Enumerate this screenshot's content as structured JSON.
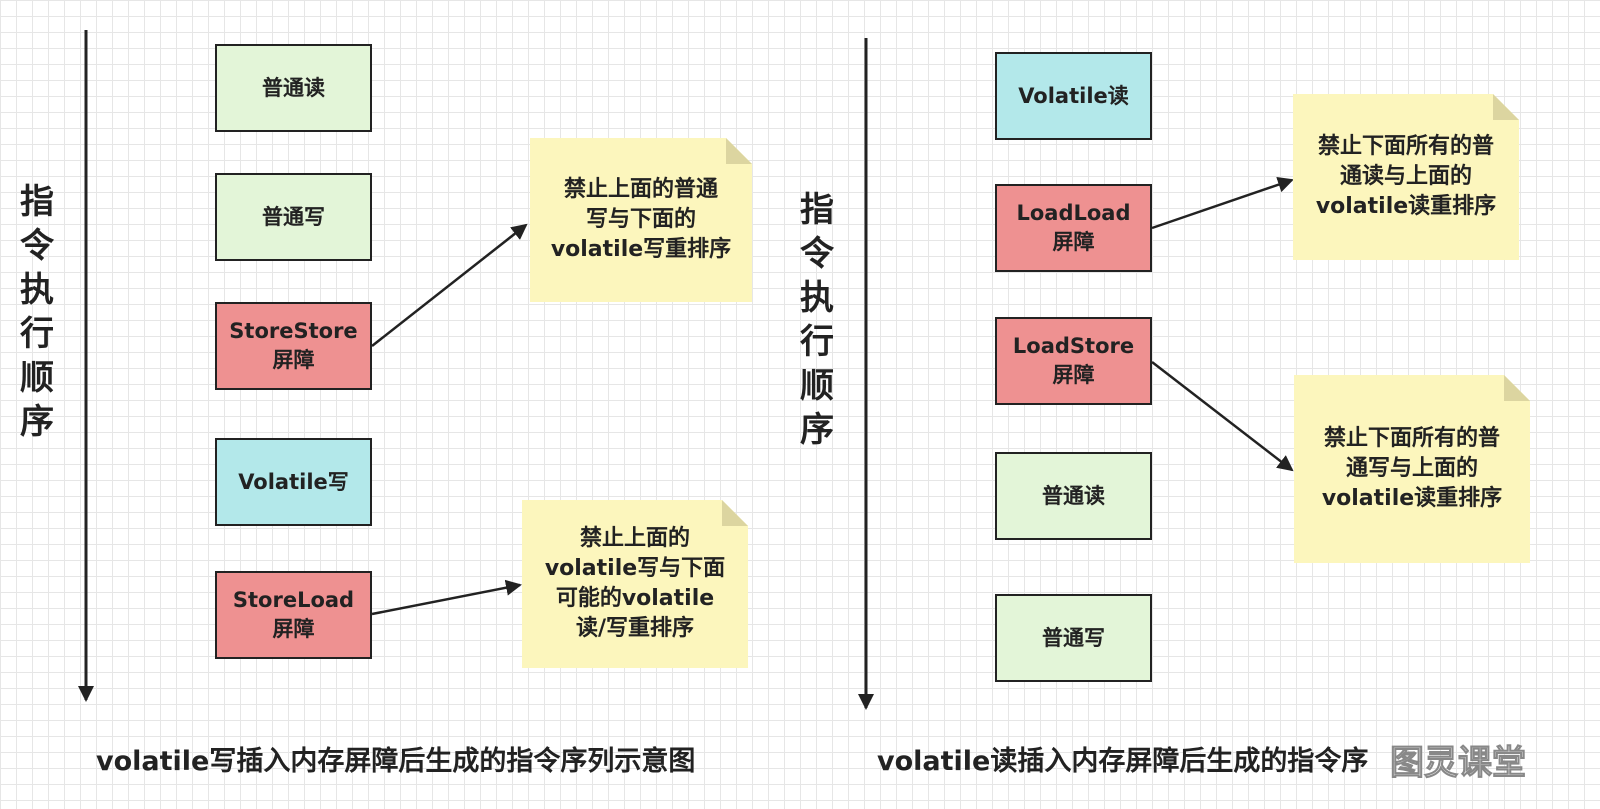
{
  "left": {
    "axis_label": "指令执行顺序",
    "boxes": [
      "普通读",
      "普通写",
      "StoreStore\n屏障",
      "Volatile写",
      "StoreLoad\n屏障"
    ],
    "notes": [
      "禁止上面的普通\n写与下面的\nvolatile写重排序",
      "禁止上面的\nvolatile写与下面\n可能的volatile\n读/写重排序"
    ],
    "caption": "volatile写插入内存屏障后生成的指令序列示意图"
  },
  "right": {
    "axis_label": "指令执行顺序",
    "boxes": [
      "Volatile读",
      "LoadLoad\n屏障",
      "LoadStore\n屏障",
      "普通读",
      "普通写"
    ],
    "notes": [
      "禁止下面所有的普\n通读与上面的\nvolatile读重排序",
      "禁止下面所有的普\n通写与上面的\nvolatile读重排序"
    ],
    "caption": "volatile读插入内存屏障后生成的指令序"
  },
  "watermark": "图灵课堂",
  "colors": {
    "normal_box": "#e3f5d8",
    "barrier_box": "#ee9191",
    "volatile_box": "#b3e8ea",
    "note": "#fcf6bd",
    "line": "#222222"
  }
}
